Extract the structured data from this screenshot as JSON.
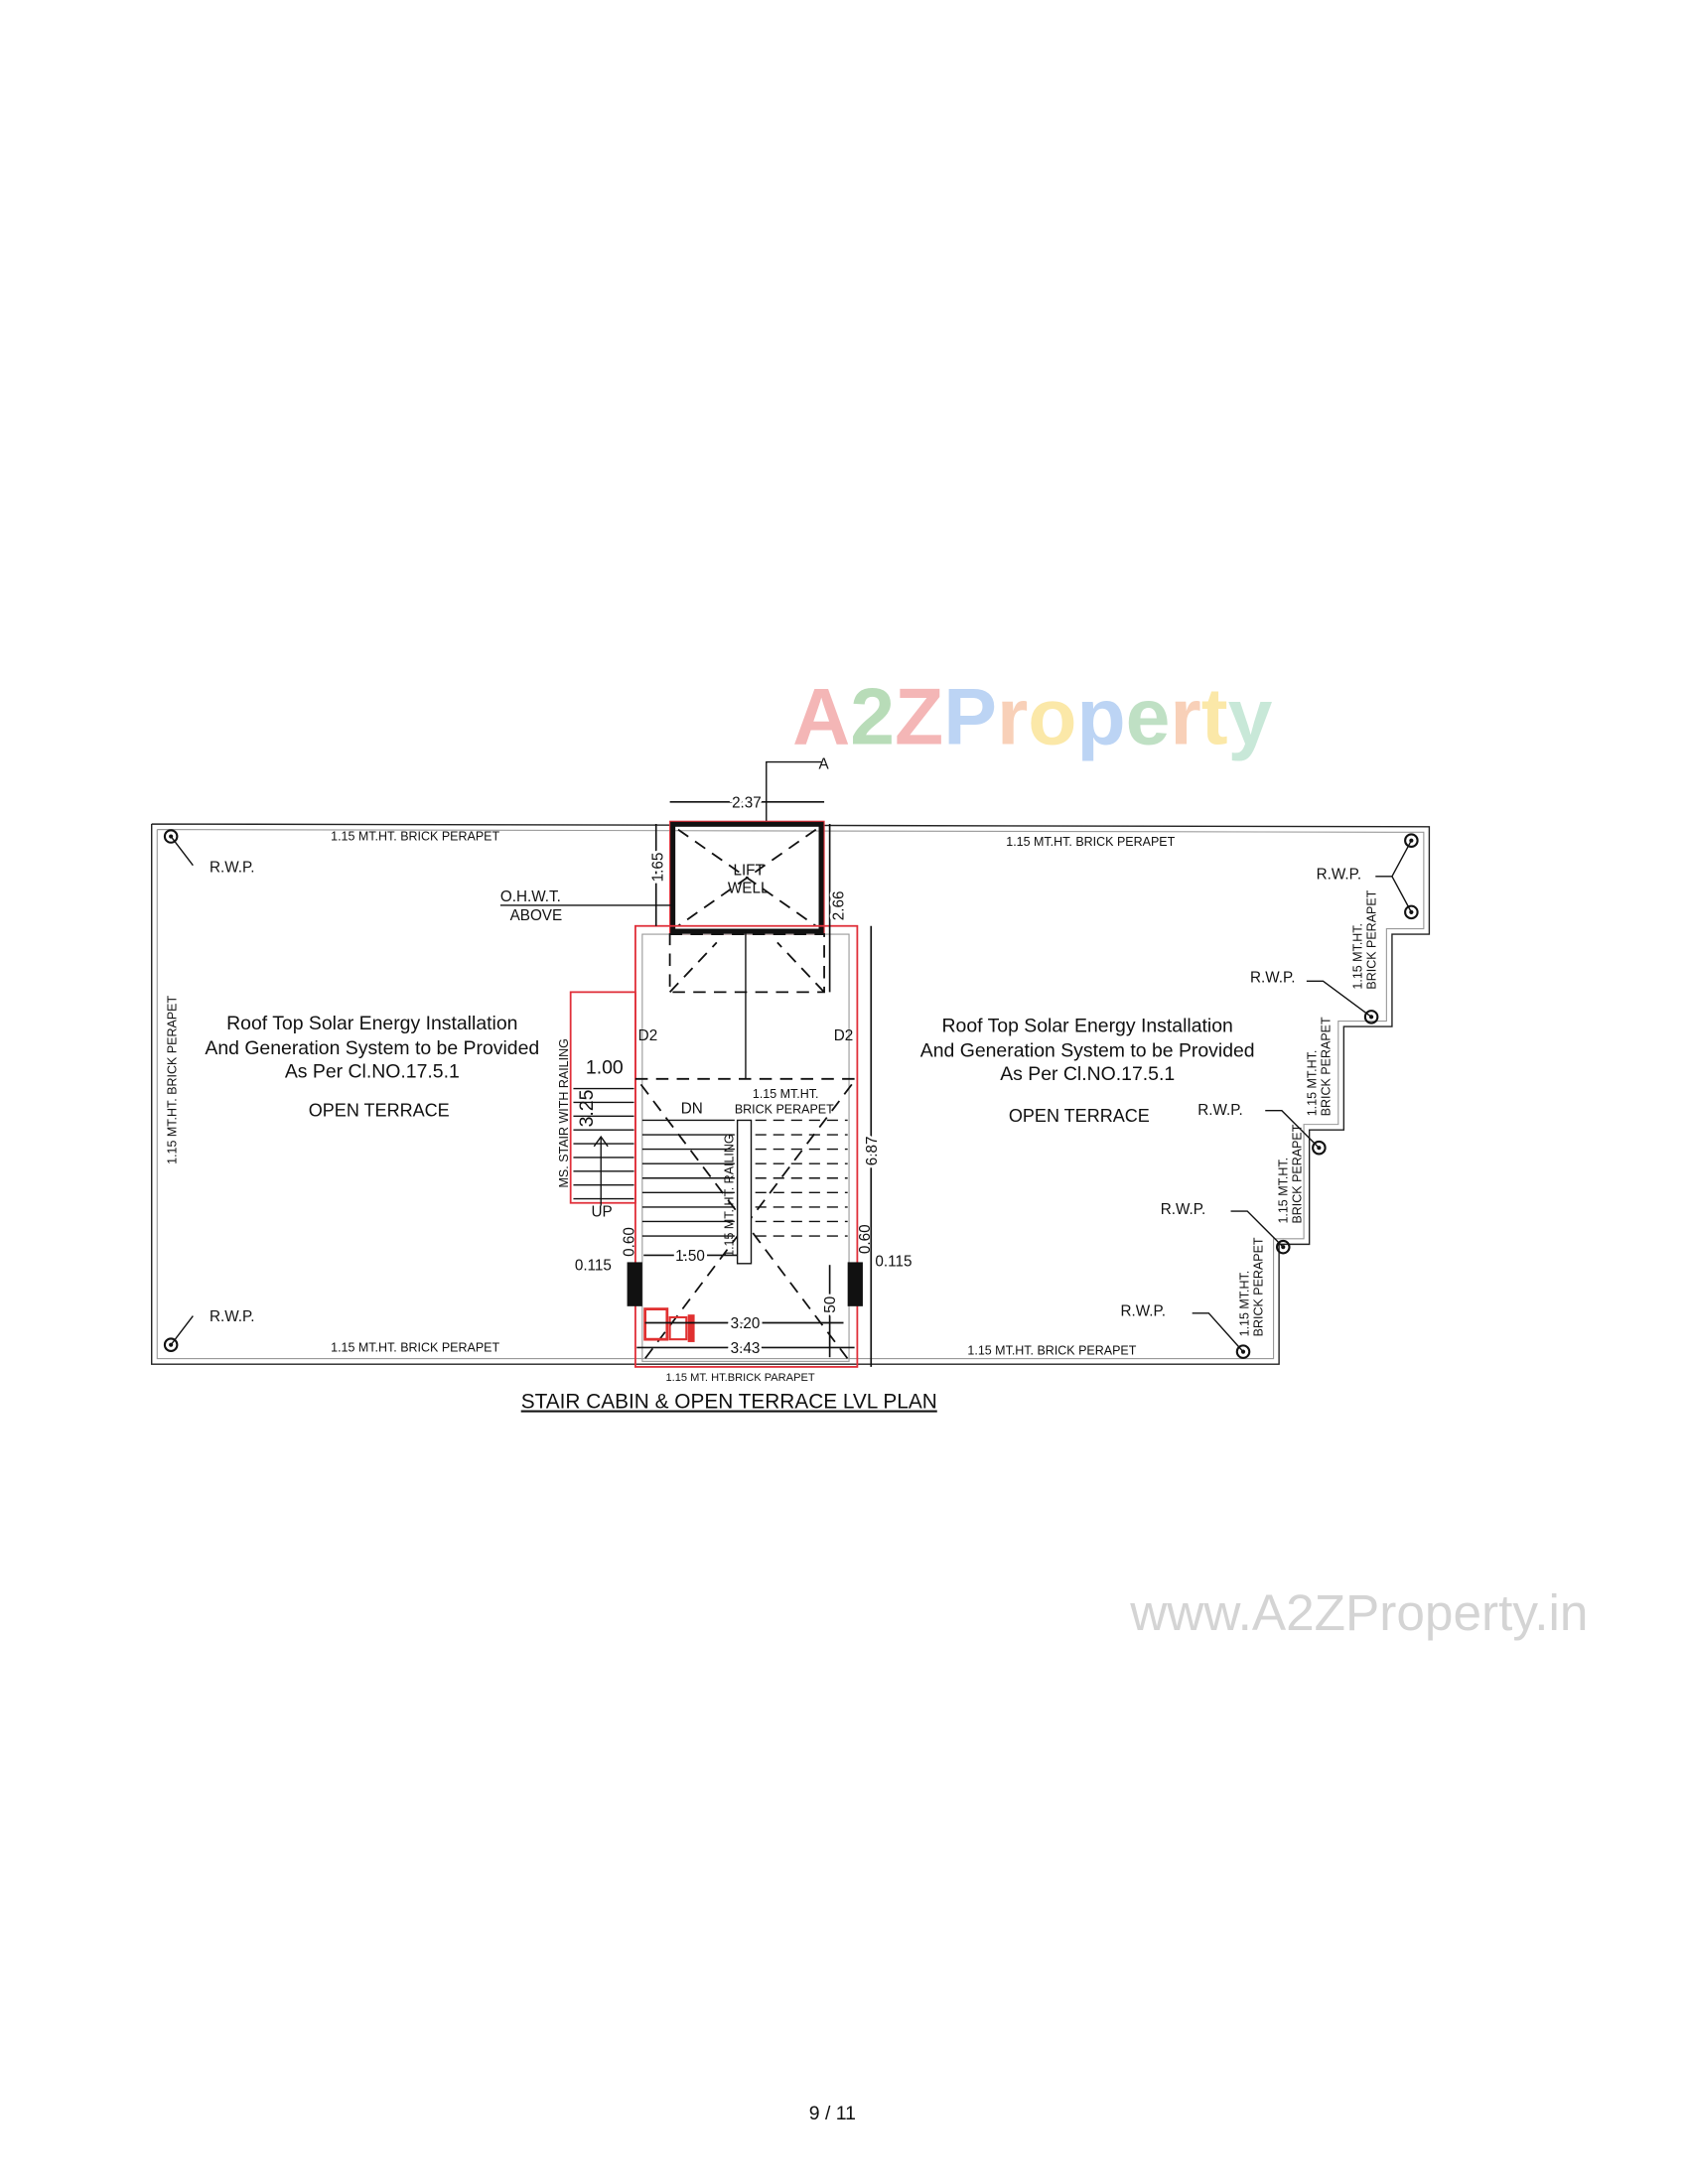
{
  "watermark": {
    "logo_text": "A2Z Property",
    "letters": [
      {
        "ch": "A",
        "color": "#f4b6b6"
      },
      {
        "ch": "2",
        "color": "#b8dcb8"
      },
      {
        "ch": "Z",
        "color": "#f4b6b6"
      },
      {
        "ch": "P",
        "color": "#bcd4f4"
      },
      {
        "ch": "r",
        "color": "#f8d0b8"
      },
      {
        "ch": "o",
        "color": "#fbe8a8"
      },
      {
        "ch": "p",
        "color": "#bcd4f4"
      },
      {
        "ch": "e",
        "color": "#bfe0c4"
      },
      {
        "ch": "r",
        "color": "#f8d0b8"
      },
      {
        "ch": "t",
        "color": "#fbe8a8"
      },
      {
        "ch": "y",
        "color": "#c8e8d8"
      }
    ],
    "url": "www.A2ZProperty.in"
  },
  "plan": {
    "title": "STAIR CABIN & OPEN TERRACE LVL PLAN",
    "section_marker": "A",
    "parapet_label": "1.15 MT.HT. BRICK PERAPET",
    "parapet_bottom_label": "1.15 MT. HT.BRICK PARAPET",
    "parapet_left_vertical": "1.15 MT.HT. BRICK PERAPET",
    "parapet_step_line1": "1.15 MT.HT.",
    "parapet_step_line2": "BRICK PERAPET",
    "rwp": "R.W.P.",
    "ohwt_line1": "O.H.W.T.",
    "ohwt_line2": "ABOVE",
    "lift_line1": "LIFT",
    "lift_line2": "WELL",
    "door": "D2",
    "dn": "DN",
    "up": "UP",
    "ms_stair": "MS.  STAIR WITH RAILING",
    "railing": "1.15 MT. HT. RAILING",
    "inner_parapet_line1": "1.15 MT.HT.",
    "inner_parapet_line2": "BRICK PERAPET",
    "solar_line1": "Roof Top Solar Energy Installation",
    "solar_line2": "And Generation System to be Provided",
    "solar_line3": "As Per Cl.NO.17.5.1",
    "open_terrace": "OPEN TERRACE",
    "dimensions": {
      "lift_width": "2.37",
      "lift_depth": "1.65",
      "lift_total": "2.66",
      "cabin_length": "6.87",
      "ms_stair_width": "1.00",
      "ms_stair_length": "3.25",
      "flight_width": "1.50",
      "wall_left": "0.115",
      "wall_right": "0.115",
      "opening_left": "0.60",
      "opening_right": "0.60",
      "inner_width": "3.20",
      "outer_width": "3.43",
      "landing": "50"
    }
  },
  "footer": {
    "page": "9 / 11"
  }
}
